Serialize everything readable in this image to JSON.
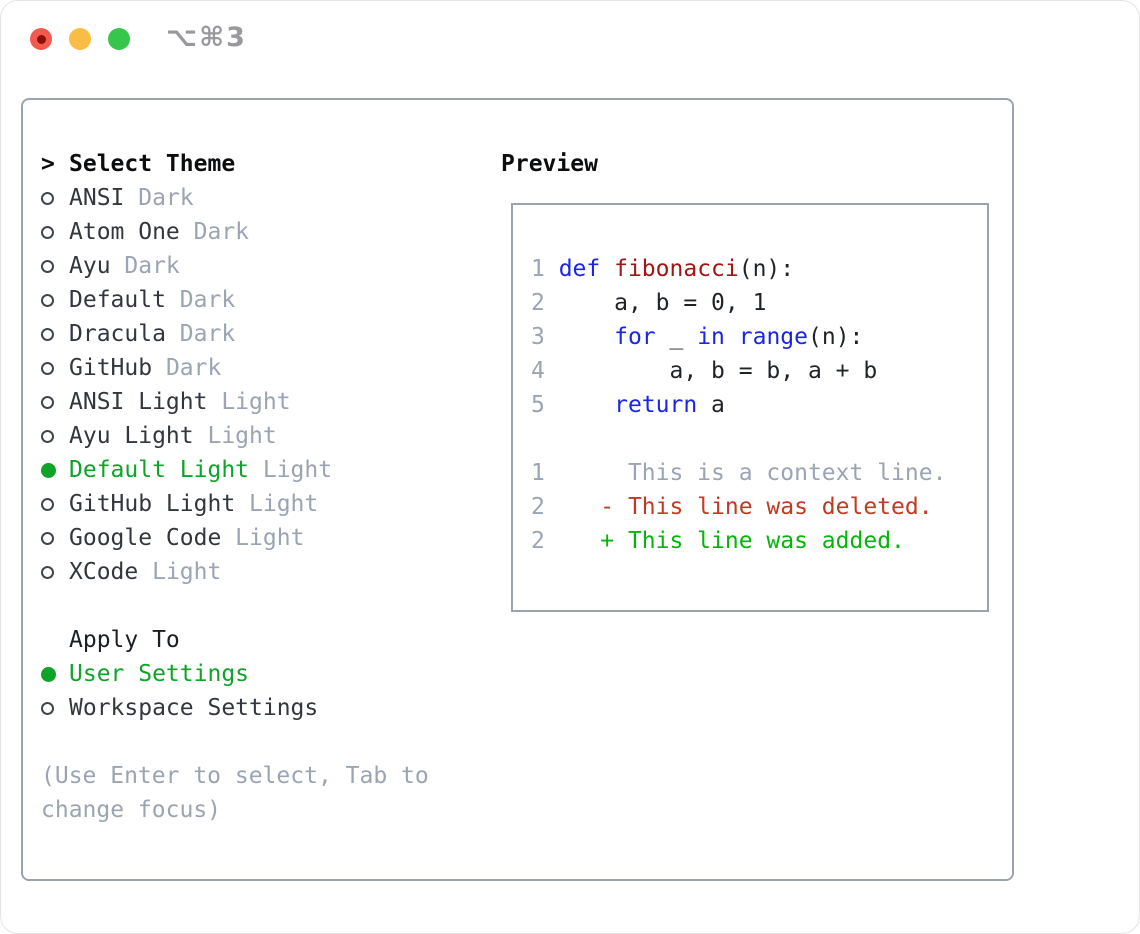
{
  "window": {
    "title": "⌥⌘3"
  },
  "colors": {
    "accent_green": "#0fa32a",
    "keyword_blue": "#1a25e8",
    "function_red": "#a31515",
    "deleted_red": "#c13a21",
    "added_green": "#06b50b",
    "muted_gray": "#9aa4b2",
    "text_dark": "#33373d",
    "border_gray": "#9aa3af"
  },
  "left": {
    "header": {
      "prefix": ">",
      "label": "Select Theme"
    },
    "themes": [
      {
        "name": "ANSI",
        "variant": "Dark",
        "selected": false
      },
      {
        "name": "Atom One",
        "variant": "Dark",
        "selected": false
      },
      {
        "name": "Ayu",
        "variant": "Dark",
        "selected": false
      },
      {
        "name": "Default",
        "variant": "Dark",
        "selected": false
      },
      {
        "name": "Dracula",
        "variant": "Dark",
        "selected": false
      },
      {
        "name": "GitHub",
        "variant": "Dark",
        "selected": false
      },
      {
        "name": "ANSI Light",
        "variant": "Light",
        "selected": false
      },
      {
        "name": "Ayu Light",
        "variant": "Light",
        "selected": false
      },
      {
        "name": "Default Light",
        "variant": "Light",
        "selected": true
      },
      {
        "name": "GitHub Light",
        "variant": "Light",
        "selected": false
      },
      {
        "name": "Google Code",
        "variant": "Light",
        "selected": false
      },
      {
        "name": "XCode",
        "variant": "Light",
        "selected": false
      }
    ],
    "apply_to": {
      "label": "Apply To",
      "options": [
        {
          "name": "User Settings",
          "selected": true
        },
        {
          "name": "Workspace Settings",
          "selected": false
        }
      ]
    },
    "help_lines": [
      "(Use Enter to select, Tab to",
      "change focus)"
    ]
  },
  "preview": {
    "title": "Preview",
    "code_lines": [
      {
        "num": "1",
        "segments": [
          [
            "def",
            "kw"
          ],
          [
            " ",
            "plain"
          ],
          [
            "fibonacci",
            "fn"
          ],
          [
            "(n):",
            "plain"
          ]
        ]
      },
      {
        "num": "2",
        "segments": [
          [
            "    a, b = 0, 1",
            "plain"
          ]
        ]
      },
      {
        "num": "3",
        "segments": [
          [
            "    ",
            "plain"
          ],
          [
            "for",
            "kw"
          ],
          [
            " _ ",
            "plain"
          ],
          [
            "in",
            "kw"
          ],
          [
            " ",
            "plain"
          ],
          [
            "range",
            "kw"
          ],
          [
            "(n):",
            "plain"
          ]
        ]
      },
      {
        "num": "4",
        "segments": [
          [
            "        a, b = b, a + b",
            "plain"
          ]
        ]
      },
      {
        "num": "5",
        "segments": [
          [
            "    ",
            "plain"
          ],
          [
            "return",
            "kw"
          ],
          [
            " a",
            "plain"
          ]
        ]
      },
      {
        "num": "",
        "segments": []
      },
      {
        "num": "1",
        "segments": [
          [
            "     This is a context line.",
            "muted"
          ]
        ]
      },
      {
        "num": "2",
        "segments": [
          [
            "   - This line was deleted.",
            "del"
          ]
        ]
      },
      {
        "num": "2",
        "segments": [
          [
            "   + This line was added.",
            "add"
          ]
        ]
      }
    ]
  }
}
